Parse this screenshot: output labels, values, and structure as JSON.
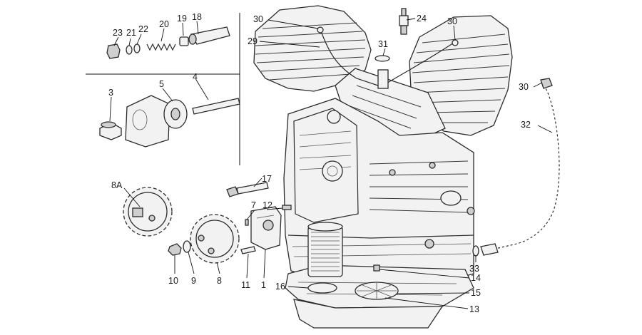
{
  "callouts": [
    {
      "id": "c23",
      "text": "23"
    },
    {
      "id": "c21",
      "text": "21"
    },
    {
      "id": "c22",
      "text": "22"
    },
    {
      "id": "c20",
      "text": "20"
    },
    {
      "id": "c19",
      "text": "19"
    },
    {
      "id": "c18",
      "text": "18"
    },
    {
      "id": "c4",
      "text": "4"
    },
    {
      "id": "c3",
      "text": "3"
    },
    {
      "id": "c5",
      "text": "5"
    },
    {
      "id": "c8a",
      "text": "8A"
    },
    {
      "id": "c17",
      "text": "17"
    },
    {
      "id": "c7",
      "text": "7"
    },
    {
      "id": "c12",
      "text": "12"
    },
    {
      "id": "c10",
      "text": "10"
    },
    {
      "id": "c9",
      "text": "9"
    },
    {
      "id": "c8",
      "text": "8"
    },
    {
      "id": "c11",
      "text": "11"
    },
    {
      "id": "c1",
      "text": "1"
    },
    {
      "id": "c16",
      "text": "16"
    },
    {
      "id": "c30a",
      "text": "30"
    },
    {
      "id": "c29",
      "text": "29"
    },
    {
      "id": "c24",
      "text": "24"
    },
    {
      "id": "c31",
      "text": "31"
    },
    {
      "id": "c30b",
      "text": "30"
    },
    {
      "id": "c30c",
      "text": "30"
    },
    {
      "id": "c32",
      "text": "32"
    },
    {
      "id": "c33",
      "text": "33"
    },
    {
      "id": "c14",
      "text": "14"
    },
    {
      "id": "c15",
      "text": "15"
    },
    {
      "id": "c13",
      "text": "13"
    }
  ]
}
